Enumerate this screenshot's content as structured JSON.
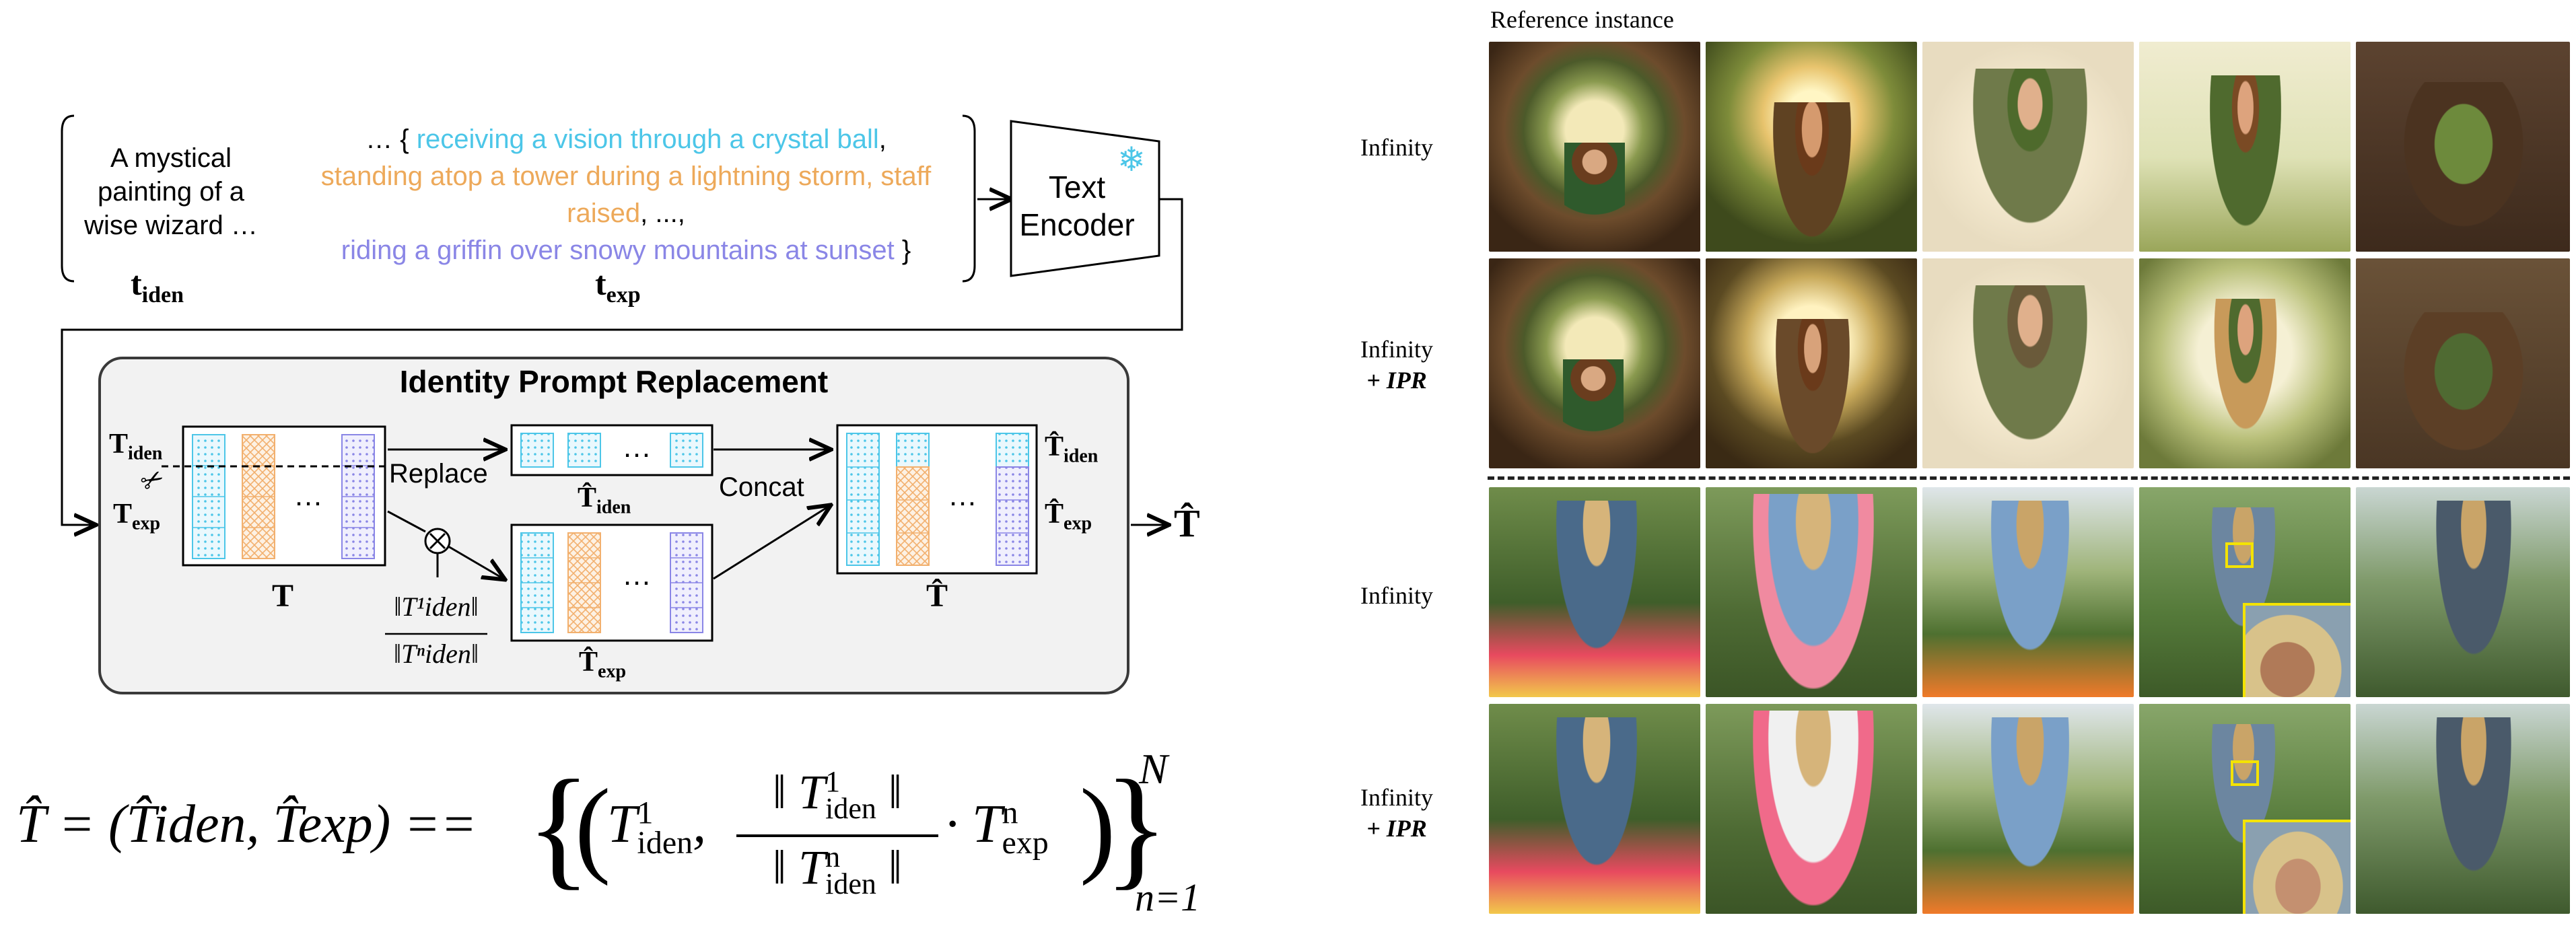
{
  "diagram": {
    "t_iden_text": "A mystical painting of a wise wizard …",
    "t_exp_prefix": "… {",
    "t_exp_suffix": "}",
    "t_exp_prompts": [
      {
        "text": "receiving a vision through a crystal ball",
        "color": "#4cc6e8"
      },
      {
        "text": "standing atop a tower during a lightning storm, staff raised",
        "color": "#eda95a"
      },
      {
        "text": "riding a griffin over snowy mountains at sunset",
        "color": "#8a86e6"
      }
    ],
    "ellipsis_prompt": "...,",
    "label_t_iden": "t",
    "label_t_iden_sub": "iden",
    "label_t_exp": "t",
    "label_t_exp_sub": "exp",
    "encoder_label_1": "Text",
    "encoder_label_2": "Encoder",
    "encoder_icon": "snowflake-icon",
    "box_title": "Identity Prompt Replacement",
    "T_iden_label": "T",
    "T_iden_sub": "iden",
    "T_exp_label": "T",
    "T_exp_sub": "exp",
    "T_label": "T",
    "replace_label": "Replace",
    "concat_label": "Concat",
    "hat_T_iden": "T̂",
    "hat_sub_iden": "iden",
    "hat_T_exp": "T̂",
    "hat_sub_exp": "exp",
    "hat_T": "T̂",
    "ellipsis": "…",
    "ratio_num": "‖T¹iden‖",
    "ratio_den": "‖Tⁿiden‖",
    "colors": {
      "cyan": "#4cc6e8",
      "orange": "#f2b06e",
      "purple": "#8a86e6"
    }
  },
  "equation": {
    "lhs": "T̂ = (T̂iden, T̂exp) ==",
    "upper": "N",
    "lower": "n=1"
  },
  "grid": {
    "header": "Reference instance",
    "rows": [
      {
        "label": "Infinity",
        "sub": ""
      },
      {
        "label": "Infinity",
        "sub": "+ IPR"
      },
      {
        "label": "Infinity",
        "sub": ""
      },
      {
        "label": "Infinity",
        "sub": "+ IPR"
      }
    ]
  }
}
